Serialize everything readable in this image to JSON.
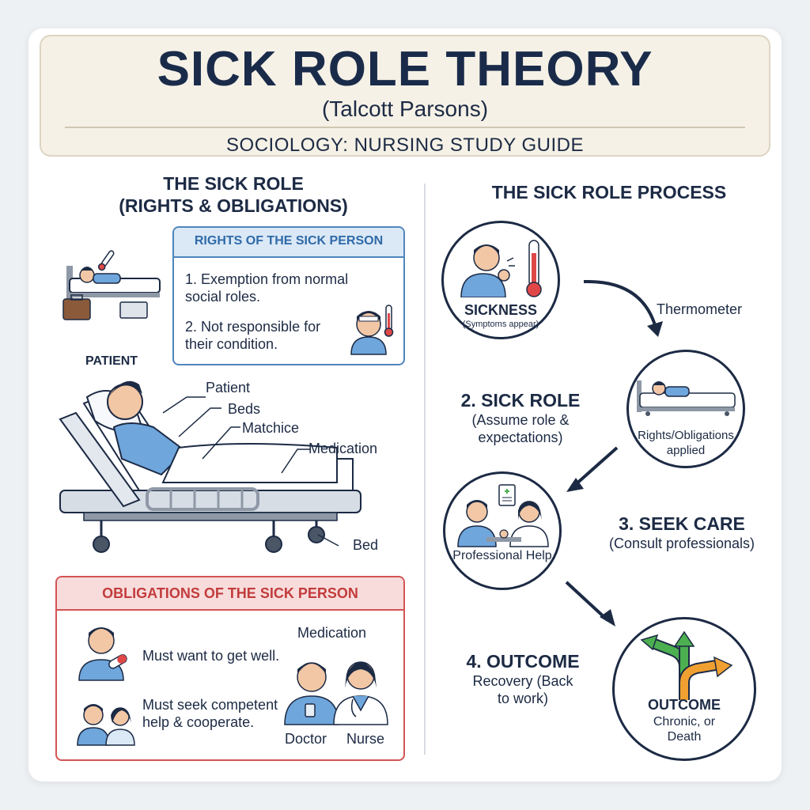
{
  "header": {
    "title": "SICK ROLE THEORY",
    "subtitle": "(Talcott Parsons)",
    "guide": "SOCIOLOGY: NURSING STUDY GUIDE"
  },
  "left": {
    "title_line1": "THE SICK ROLE",
    "title_line2": "(RIGHTS & OBLIGATIONS)",
    "rights": {
      "heading": "RIGHTS OF THE SICK PERSON",
      "items": [
        "1. Exemption from normal social roles.",
        "2. Not responsible for their condition."
      ]
    },
    "patient_label": "PATIENT",
    "callouts": [
      "Patient",
      "Beds",
      "Matchice",
      "Medication",
      "Bed"
    ],
    "obligations": {
      "heading": "OBLIGATIONS OF THE SICK PERSON",
      "items": [
        "Must want to get well.",
        "Must seek competent help & cooperate."
      ],
      "medication": "Medication",
      "doctor": "Doctor",
      "nurse": "Nurse"
    }
  },
  "right": {
    "title": "THE SICK ROLE PROCESS",
    "sickness_label": "SICKNESS",
    "sickness_sub": "(Symptoms appear)",
    "thermometer": "Thermometer",
    "step2_title": "2. SICK ROLE",
    "step2_desc": "(Assume role & expectations)",
    "rights_applied": "Rights/Obligations applied",
    "step3_title": "3. SEEK CARE",
    "step3_desc": "(Consult professionals)",
    "professional": "Professional Help",
    "step4_title": "4. OUTCOME",
    "step4_desc": "Recovery (Back to work)",
    "outcome_label": "OUTCOME",
    "outcome_sub": "Chronic, or Death"
  },
  "colors": {
    "navy": "#1c2a44",
    "rights_blue": "#4f86bd",
    "oblig_red": "#d35454",
    "patient_blue": "#6fa6dc",
    "arrow_green": "#4caf50",
    "arrow_orange": "#f0a030"
  }
}
